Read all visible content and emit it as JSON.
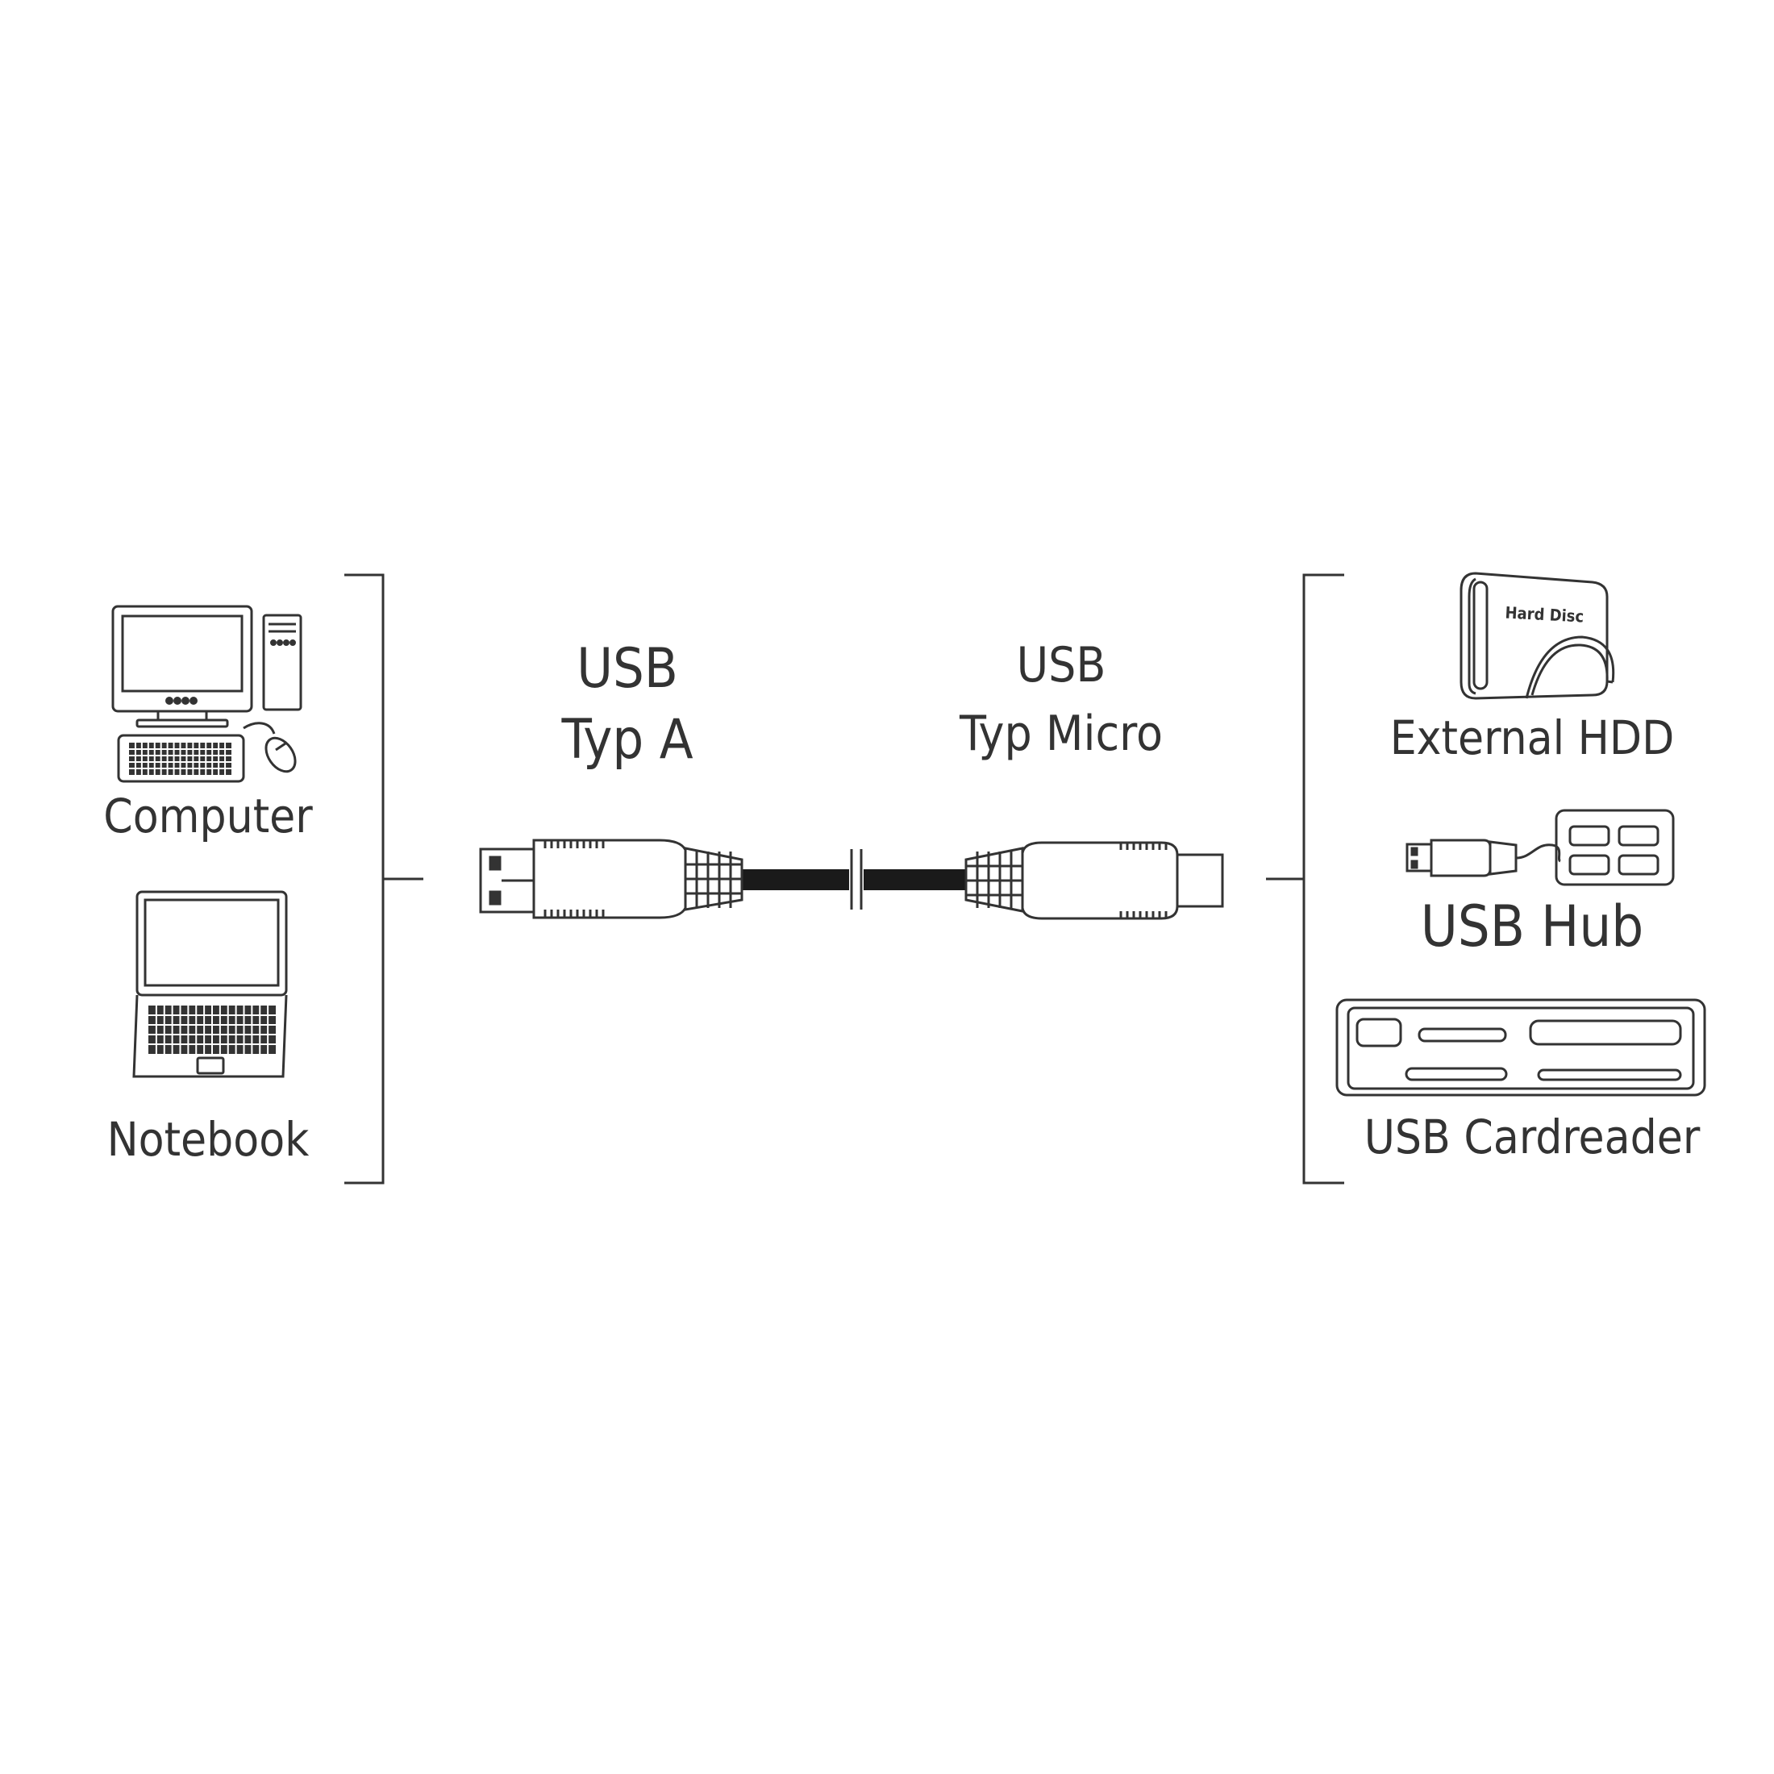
{
  "left_devices": {
    "computer_label": "Computer",
    "notebook_label": "Notebook"
  },
  "cable": {
    "connector_a_line1": "USB",
    "connector_a_line2": "Typ A",
    "connector_micro_line1": "USB",
    "connector_micro_line2": "Typ Micro"
  },
  "right_devices": {
    "hdd_label": "External HDD",
    "hdd_case_text": "Hard Disc",
    "hub_label": "USB Hub",
    "cardreader_label": "USB Cardreader"
  },
  "colors": {
    "stroke": "#333333",
    "cable": "#1a1a1a"
  }
}
